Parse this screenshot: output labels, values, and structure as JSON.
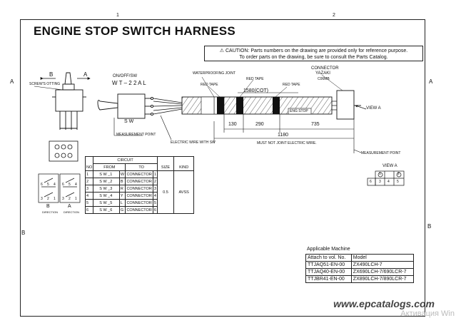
{
  "title": "ENGINE STOP SWITCH HARNESS",
  "caution": {
    "line1": "⚠ CAUTION: Parts numbers on the drawing are provided only for reference purpose.",
    "line2": "To order parts on the drawing, be sure to consult the Parts Catalog."
  },
  "grid": {
    "top_1": "1",
    "top_2": "2",
    "left_a": "A",
    "right_a": "A",
    "left_b": "B",
    "right_b": "B"
  },
  "labels": {
    "arrow_b": "B",
    "arrow_a": "A",
    "screws_otting": "SCREW'S OTTING",
    "onoff_sw": "ON/OFF/SW",
    "part_no": "W T – 2 2 A L",
    "sw": "S W",
    "waterproofing_joint": "WATERPROOFING JOINT",
    "red_tape_1": "RED TAPE",
    "red_tape_2": "RED TAPE",
    "red_tape_3": "RED TAPE",
    "dim_1580": "1580(COT)",
    "connector": "CONNECTOR",
    "yazaki": "YAZAKI",
    "connector_code": "C06MB",
    "eng_stop": "ENG STOP",
    "view_a_arrow": "VIEW A",
    "dim_130": "130",
    "dim_290": "290",
    "dim_735": "735",
    "dim_1180": "1180",
    "measurement_point_1": "MEASUREMENT POINT",
    "electric_wire_sw": "ELECTRIC WIRE WITH SW",
    "must_not_joint": "MUST NOT JOINT ELECTRIC WIRE.",
    "measurement_point_2": "MEASUREMENT POINT",
    "view_a_title": "VIEW A",
    "view_a_pins": [
      "1",
      "2",
      "3",
      "4",
      "5",
      "6"
    ],
    "switch_pins": [
      "6",
      "5",
      "4",
      "3",
      "2",
      "1",
      "6",
      "5",
      "4",
      "3",
      "2",
      "1"
    ],
    "dir_b": "B",
    "dir_b_sub": "DIRECTION",
    "dir_a": "A",
    "dir_a_sub": "DIRECTION"
  },
  "circuit_table": {
    "header_circuit": "CIRCUIT",
    "header_no": "NO",
    "header_from": "FROM",
    "header_to": "TO",
    "header_size": "SIZE",
    "header_kind": "KIND",
    "size": "0.5",
    "kind": "AVSS",
    "rows": [
      {
        "no": "1",
        "from": "S W _1",
        "color": "W",
        "to": "CONNECTOR",
        "pin": "1"
      },
      {
        "no": "2",
        "from": "S W _2",
        "color": "B",
        "to": "CONNECTOR",
        "pin": "2"
      },
      {
        "no": "3",
        "from": "S W _3",
        "color": "R",
        "to": "CONNECTOR",
        "pin": "3"
      },
      {
        "no": "4",
        "from": "S W _4",
        "color": "Y",
        "to": "CONNECTOR",
        "pin": "4"
      },
      {
        "no": "5",
        "from": "S W _5",
        "color": "L",
        "to": "CONNECTOR",
        "pin": "5"
      },
      {
        "no": "6",
        "from": "S W _6",
        "color": "G",
        "to": "CONNECTOR",
        "pin": "6"
      }
    ]
  },
  "applicable": {
    "title": "Applicable Machine",
    "header_attach": "Attach to vol. No.",
    "header_model": "Model",
    "rows": [
      {
        "attach": "TTJAQ51-EN-00",
        "model": "ZX490LCH-7"
      },
      {
        "attach": "TTJAQ40-EN-00",
        "model": "ZX690LCH-7/690LCR-7"
      },
      {
        "attach": "TTJBR41-EN-00",
        "model": "ZX890LCH-7/890LCR-7"
      }
    ]
  },
  "watermark": "www.epcatalogs.com",
  "os_overlay": "Активация Win"
}
